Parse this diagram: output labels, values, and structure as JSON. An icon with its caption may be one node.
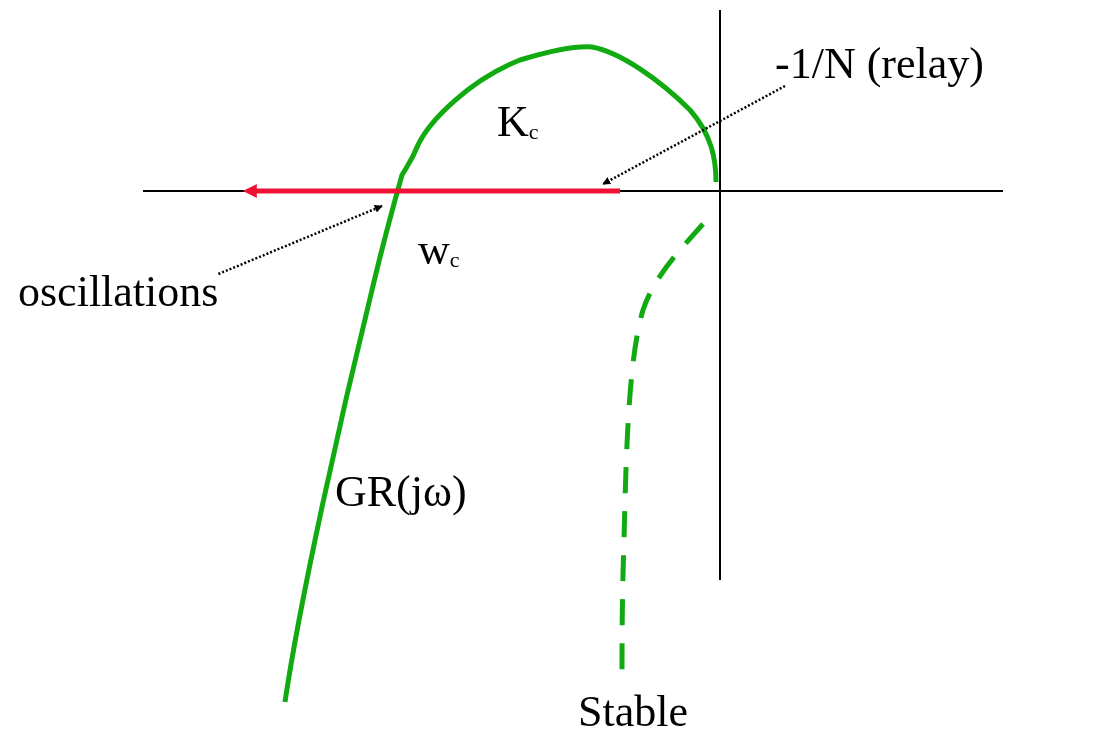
{
  "diagram": {
    "nodes": [
      {
        "text": [
          "-1/N (relay)"
        ]
      },
      {
        "text": [
          "oscillations"
        ]
      }
    ],
    "edges": [
      {
        "from": 0,
        "to": null,
        "arrow": "to",
        "style": "dashed"
      },
      {
        "from": 1,
        "to": null,
        "arrow": "to",
        "style": "dashed"
      }
    ],
    "labels": [
      "K$_{c}$",
      "w$_{c}$",
      "GR(jω)",
      "Stable"
    ]
  }
}
